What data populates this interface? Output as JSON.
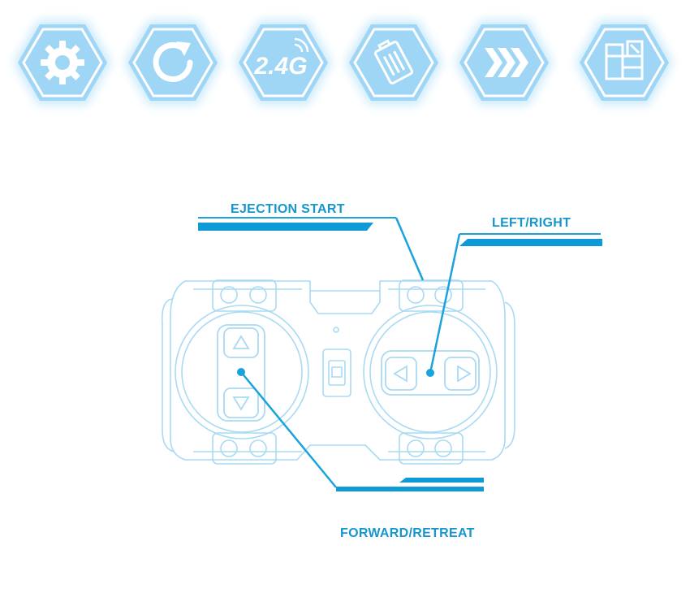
{
  "colors": {
    "accent": "#0e9ad7",
    "line": "#1aa2dc",
    "outline": "#a9daf3",
    "glow": "#bfe6fb",
    "hex_fill": "#9fd6f5",
    "label_text": "#1596cf"
  },
  "feature_icons": [
    {
      "icon": "gear-icon"
    },
    {
      "icon": "refresh-icon"
    },
    {
      "icon": "2-4ghz-icon",
      "text": "2.4G"
    },
    {
      "icon": "battery-pack-icon"
    },
    {
      "icon": "speed-arrows-icon"
    },
    {
      "icon": "modules-icon"
    }
  ],
  "callouts": {
    "ejection_start": "EJECTION START",
    "left_right": "LEFT/RIGHT",
    "forward_retreat": "FORWARD/RETREAT"
  }
}
